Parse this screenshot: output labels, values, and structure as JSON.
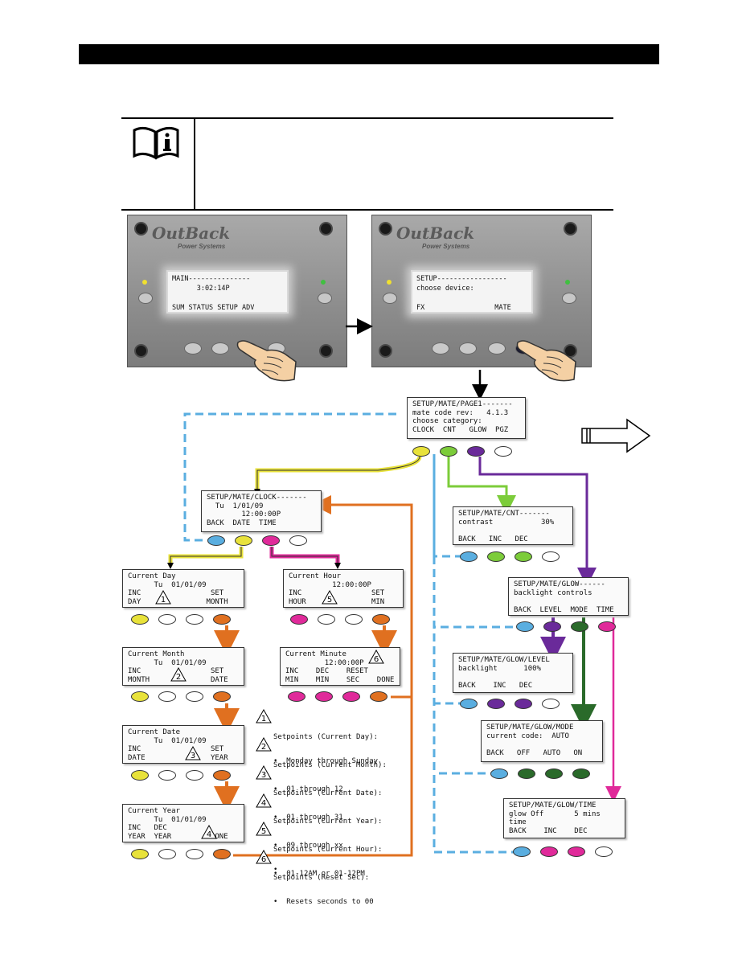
{
  "colors": {
    "blue": "#5aaee0",
    "yellow": "#e8e23a",
    "green_light": "#7ccc3a",
    "purple": "#6a2a9a",
    "orange": "#e07020",
    "pink": "#e02a9a",
    "green_dark": "#2a6a2a",
    "gray": "#555555",
    "white": "#ffffff"
  },
  "icons": {
    "note": "book-info-icon",
    "next_page": "hollow-arrow-right-icon"
  },
  "panels": [
    {
      "logo": "OutBack",
      "logo_sub": "Power Systems",
      "lcd": "MAIN---------------\n      3:02:14P\n\nSUM STATUS SETUP ADV"
    },
    {
      "logo": "OutBack",
      "logo_sub": "Power Systems",
      "lcd": "SETUP-----------------\nchoose device:\n\nFX                 MATE"
    }
  ],
  "screens": {
    "page1": "SETUP/MATE/PAGE1-------\nmate code rev:   4.1.3\nchoose category:\nCLOCK  CNT   GLOW  PGZ",
    "clock": "SETUP/MATE/CLOCK-------\n  Tu  1/01/09\n        12:00:00P\nBACK  DATE  TIME",
    "cnt": "SETUP/MATE/CNT-------\ncontrast           30%\n\nBACK   INC   DEC",
    "glow": "SETUP/MATE/GLOW------\nbacklight controls\n\nBACK  LEVEL  MODE  TIME",
    "glow_level": "SETUP/MATE/GLOW/LEVEL\nbacklight      100%\n\nBACK    INC   DEC",
    "glow_mode": "SETUP/MATE/GLOW/MODE\ncurrent code:  AUTO\n\nBACK   OFF   AUTO   ON",
    "glow_time": "SETUP/MATE/GLOW/TIME\nglow Off       5 mins\ntime\nBACK    INC    DEC",
    "cur_day": "Current Day\n      Tu  01/01/09\nINC                SET\nDAY               MONTH",
    "cur_month": "Current Month\n      Tu  01/01/09\nINC                SET\nMONTH              DATE",
    "cur_date": "Current Date\n      Tu  01/01/09\nINC                SET\nDATE               YEAR",
    "cur_year": "Current Year\n      Tu  01/01/09\nINC   DEC\nYEAR  YEAR         DONE",
    "cur_hour": "Current Hour\n          12:00:00P\nINC                SET\nHOUR               MIN",
    "cur_minute": "Current Minute\n         12:00:00P\nINC    DEC    RESET\nMIN    MIN    SEC    DONE"
  },
  "triangles": [
    "1",
    "2",
    "3",
    "4",
    "5",
    "6"
  ],
  "legend": [
    {
      "num": "1",
      "title": "Setpoints (Current Day):",
      "lines": [
        "Monday through Sunday"
      ]
    },
    {
      "num": "2",
      "title": "Setpoints (Current Month):",
      "lines": [
        "01 through 12"
      ]
    },
    {
      "num": "3",
      "title": "Setpoints (Current Date):",
      "lines": [
        "01 through 31"
      ]
    },
    {
      "num": "4",
      "title": "Setpoints (Current Year):",
      "lines": [
        "09 through xx",
        ""
      ]
    },
    {
      "num": "5",
      "title": "Setpoints (Current Hour):",
      "lines": [
        "01-12AM or 01-12PM"
      ]
    },
    {
      "num": "6",
      "title": "Setpoints (Reset Sec):",
      "lines": [
        "Resets seconds to 00"
      ]
    }
  ],
  "bullet": "•"
}
